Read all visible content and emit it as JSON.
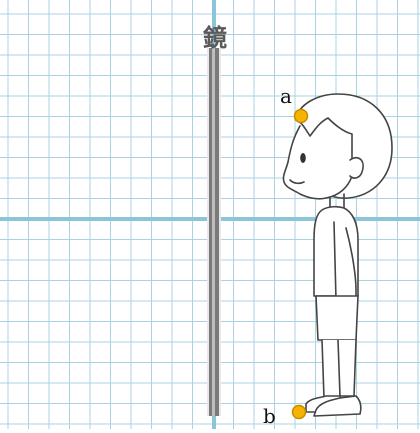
{
  "mirror_label": "鏡",
  "points": {
    "a": "a",
    "b": "b"
  },
  "colors": {
    "grid_minor": "#a9d3e3",
    "grid_major": "#8cc4da",
    "mirror": "#6e6e6e",
    "point": "#f5b400",
    "point_outline": "#c98a00",
    "figure_line": "#444444"
  },
  "icons": {
    "figure": "boy-side-view",
    "mirror": "mirror-edge"
  }
}
